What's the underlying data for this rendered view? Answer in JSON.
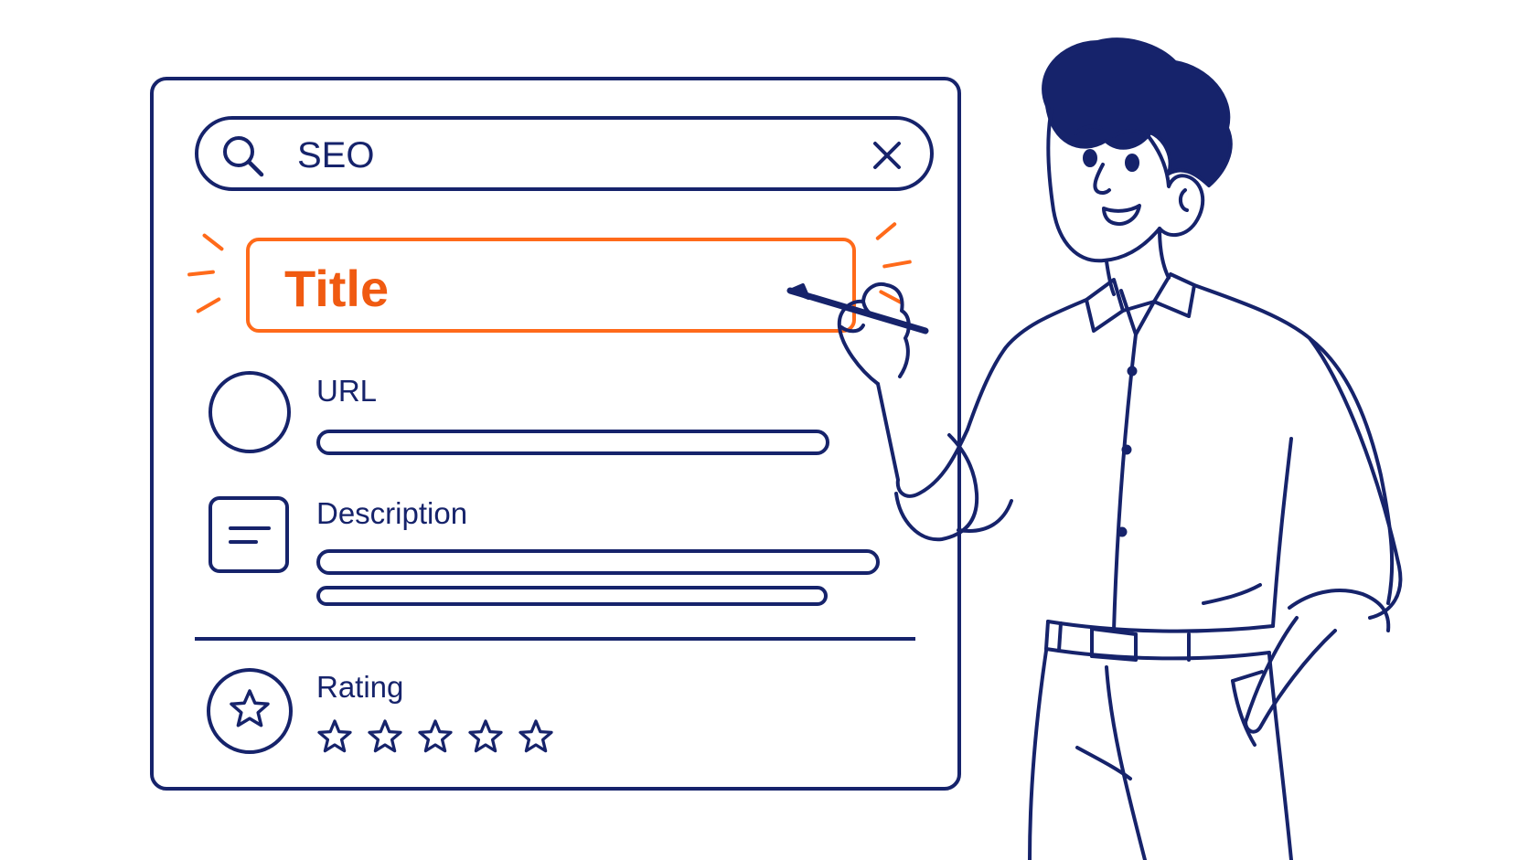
{
  "search": {
    "value": "SEO"
  },
  "highlight": {
    "label": "Title"
  },
  "fields": {
    "url_label": "URL",
    "description_label": "Description",
    "rating_label": "Rating"
  },
  "rating": {
    "star_count": 5
  },
  "colors": {
    "primary": "#16236b",
    "accent": "#ff6a1a",
    "background": "#ffffff"
  },
  "icons": {
    "search": "search-icon",
    "clear": "close-icon",
    "url": "circle-icon",
    "description": "text-lines-icon",
    "rating": "star-icon"
  }
}
